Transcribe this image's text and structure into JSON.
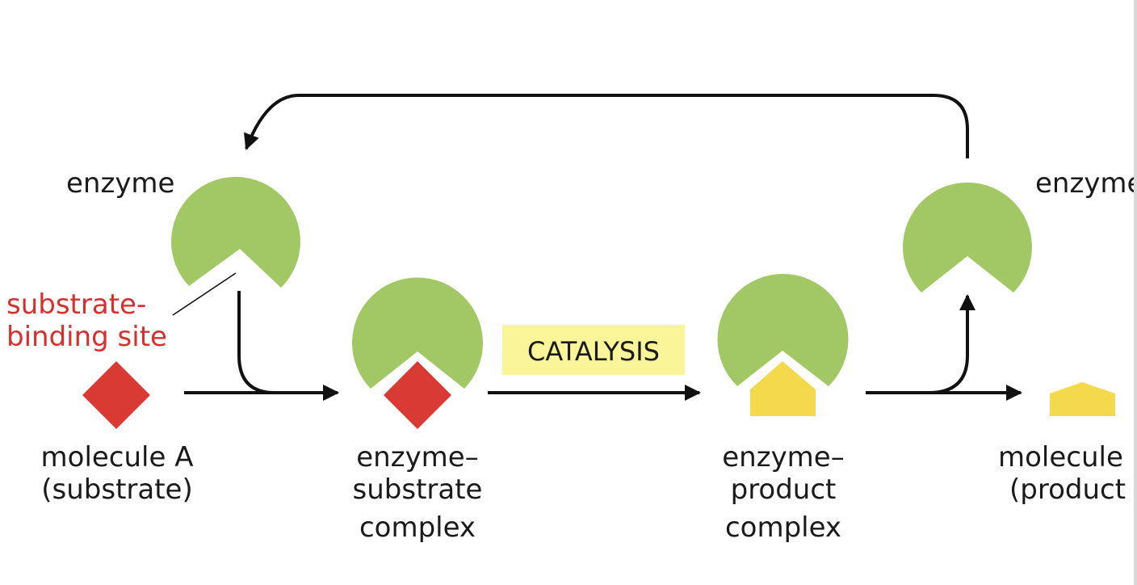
{
  "colors": {
    "enzyme": "#a2c865",
    "substrate": "#d93a33",
    "product": "#f5d94c",
    "catalysis_bg": "#fbf59a",
    "label_red": "#d6302e",
    "arrow": "#111111"
  },
  "labels": {
    "enzyme_left": "enzyme",
    "enzyme_right": "enzyme",
    "binding_site_line1": "substrate-",
    "binding_site_line2": "binding site",
    "substrate_line1": "molecule A",
    "substrate_line2": "(substrate)",
    "es_line1": "enzyme–",
    "es_line2": "substrate",
    "es_line3": "complex",
    "ep_line1": "enzyme–",
    "ep_line2": "product",
    "ep_line3": "complex",
    "product_line1": "molecule",
    "product_line2": "(product",
    "catalysis": "CATALYSIS"
  }
}
